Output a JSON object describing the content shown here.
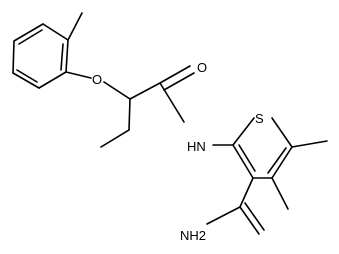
{
  "molecule": {
    "atom_labels": {
      "oxygen_ether": "O",
      "oxygen_carbonyl": "O",
      "amide_nh": "HN",
      "sulfur": "S",
      "amine": "NH2"
    }
  }
}
